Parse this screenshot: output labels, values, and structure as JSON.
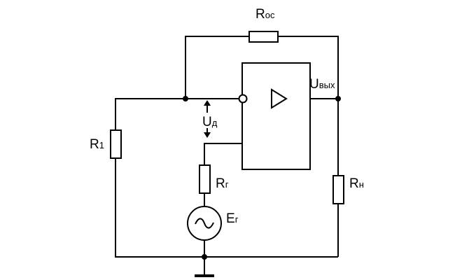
{
  "labels": {
    "r_feedback": {
      "main": "R",
      "sub": "ос"
    },
    "r1": {
      "main": "R",
      "sub": "1"
    },
    "u_diff": {
      "main": "U",
      "sub": "д"
    },
    "u_out": {
      "main": "U",
      "sub": "вых"
    },
    "r_gen": {
      "main": "R",
      "sub": "г"
    },
    "e_gen": {
      "main": "E",
      "sub": "г"
    },
    "r_load": {
      "main": "R",
      "sub": "н"
    }
  }
}
